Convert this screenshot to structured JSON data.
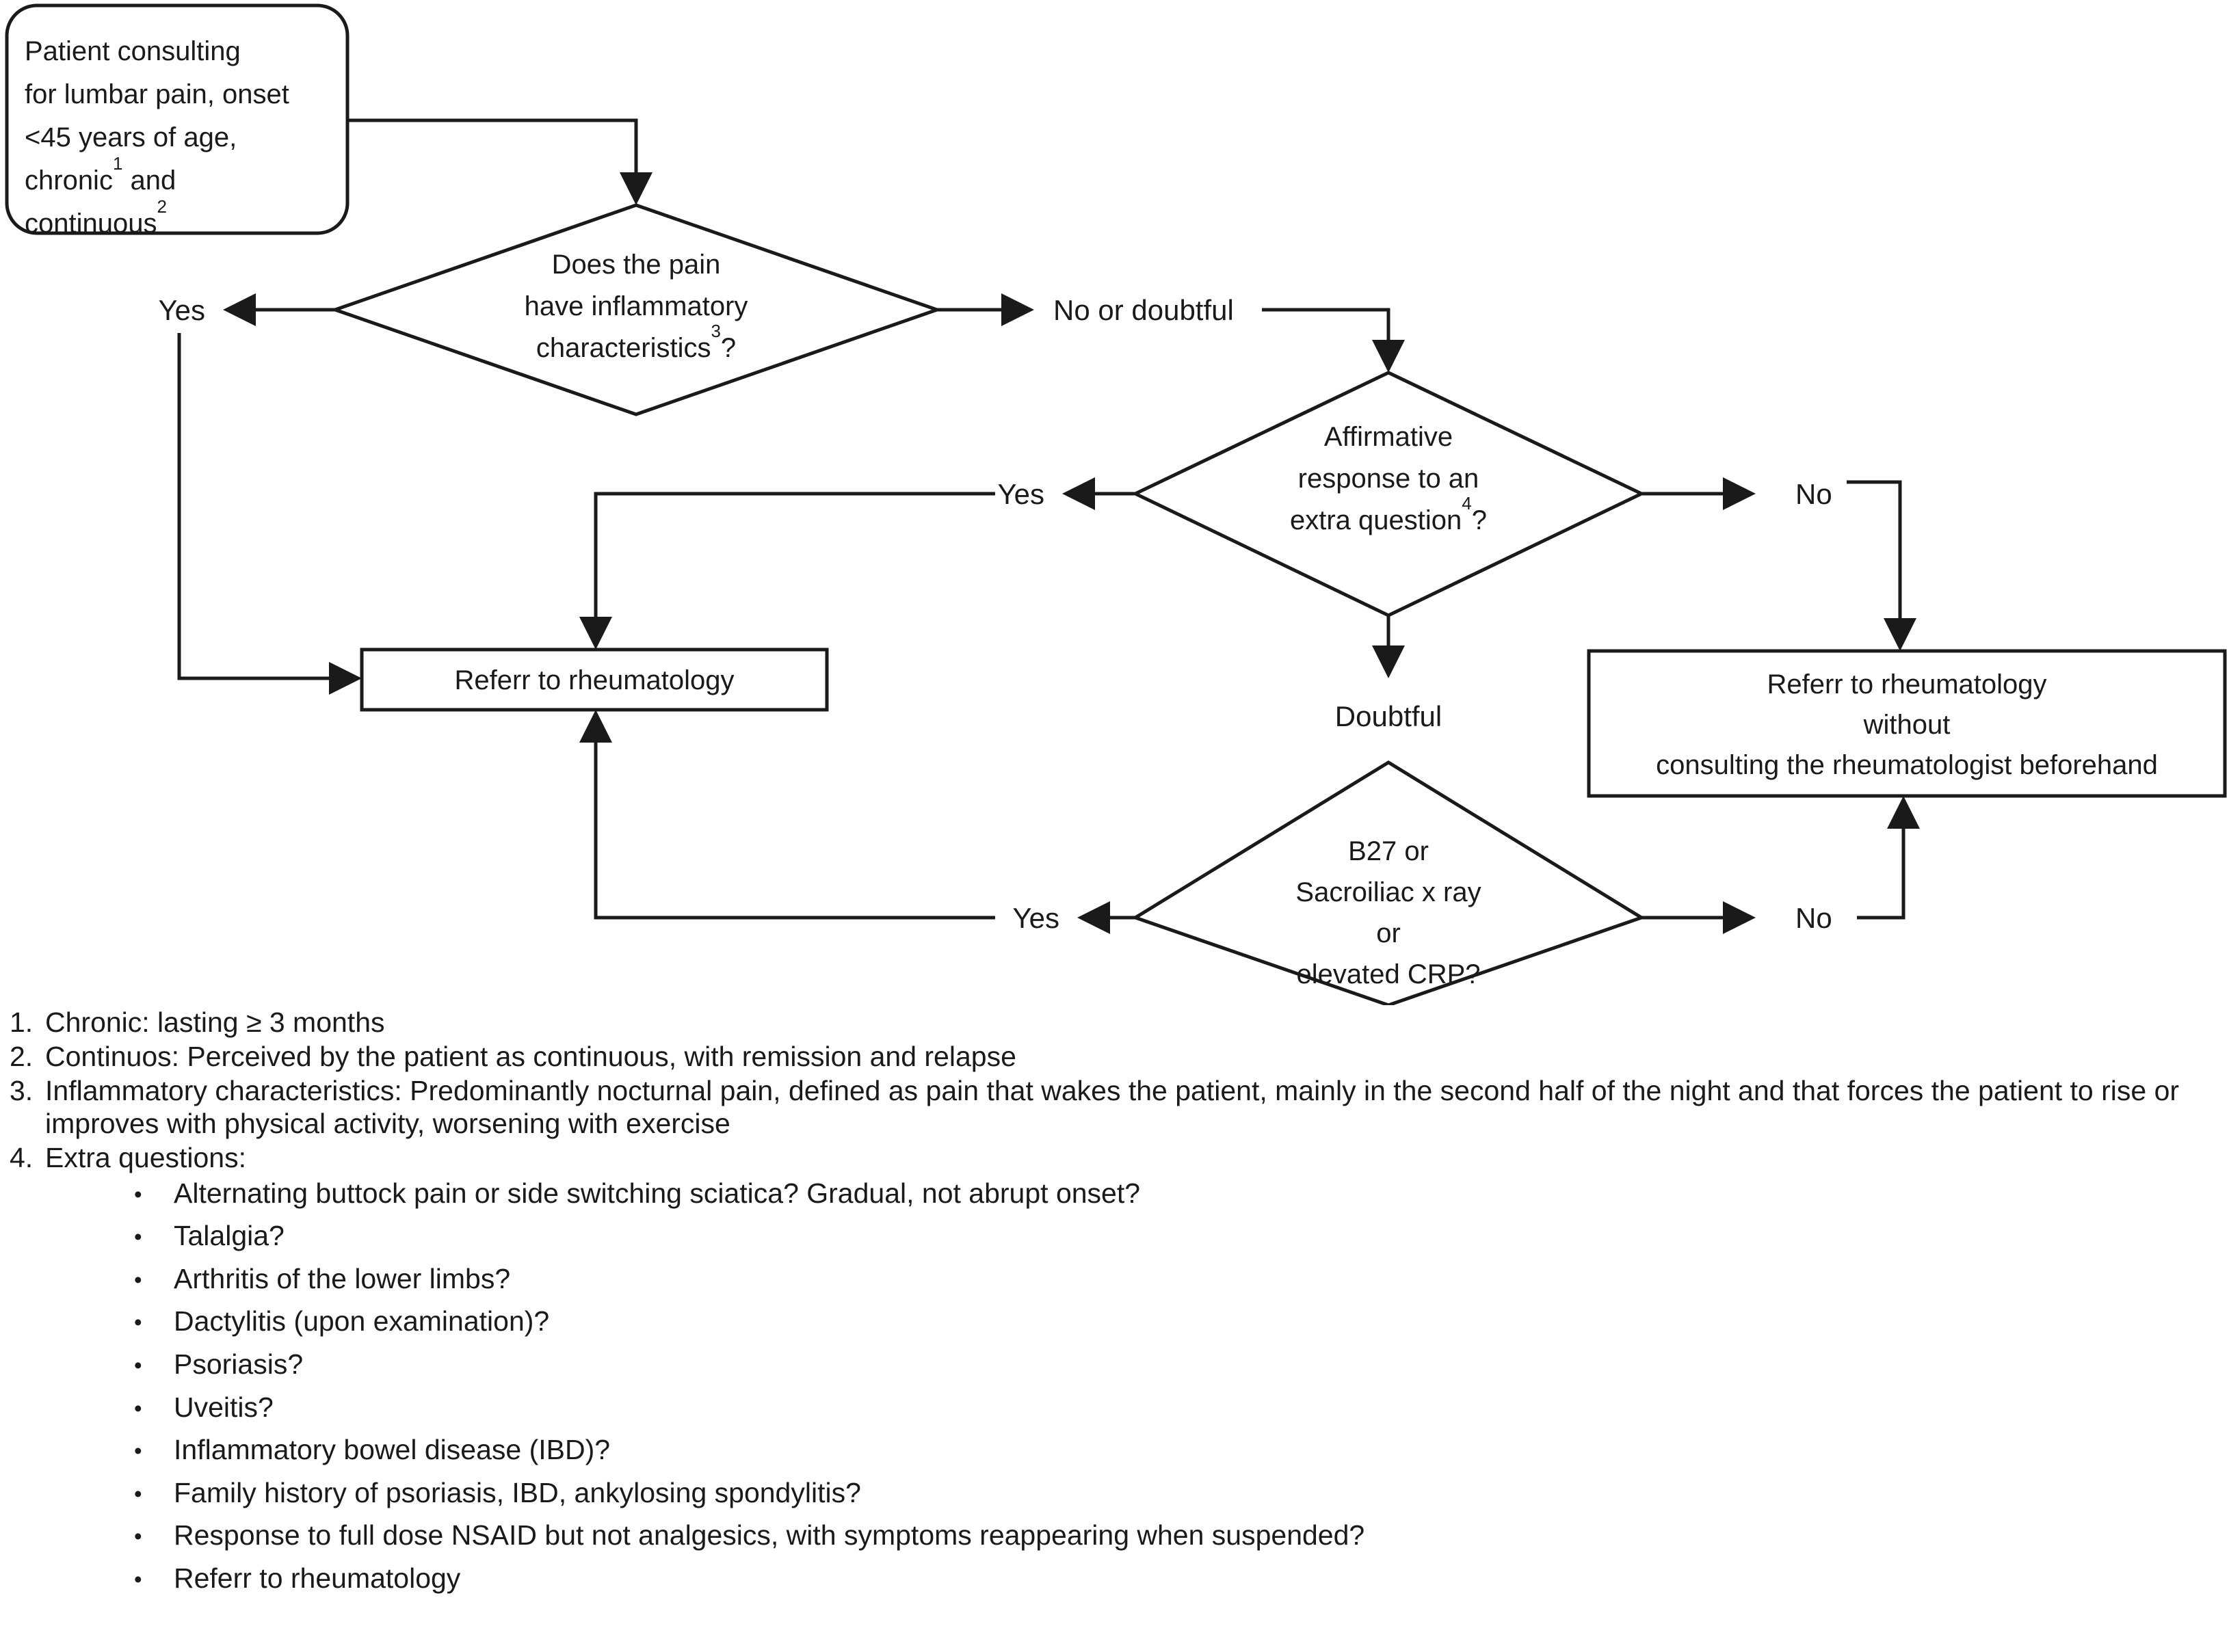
{
  "diagram": {
    "title": "Lumbar pain referral decision flowchart",
    "start_node": {
      "id": "start",
      "shape": "rounded-rectangle",
      "lines": [
        "Patient consulting",
        "for lumbar pain, onset",
        "<45 years of age,",
        "chronic¹ and",
        "continuous²"
      ]
    },
    "decisions": [
      {
        "id": "d1",
        "shape": "diamond",
        "lines": [
          "Does the pain",
          "have inflammatory",
          "characteristics³?"
        ],
        "yes_label": "Yes",
        "no_label": "No or doubtful"
      },
      {
        "id": "d2",
        "shape": "diamond",
        "lines": [
          "Affirmative",
          "response to an",
          "extra question⁴?"
        ],
        "yes_label": "Yes",
        "no_label": "No",
        "other_label": "Doubtful"
      },
      {
        "id": "d3",
        "shape": "diamond",
        "lines": [
          "B27 or",
          "Sacroiliac x ray",
          "or",
          "elevated CRP?"
        ],
        "yes_label": "Yes",
        "no_label": "No"
      }
    ],
    "outcomes": [
      {
        "id": "o1",
        "shape": "rectangle",
        "lines": [
          "Referr to rheumatology"
        ]
      },
      {
        "id": "o2",
        "shape": "rectangle",
        "lines": [
          "Referr to rheumatology",
          "without",
          "consulting the rheumatologist beforehand"
        ]
      }
    ],
    "colors": {
      "stroke": "#1a1a1a",
      "fill": "#ffffff",
      "text": "#1a1a1a"
    }
  },
  "footnotes": [
    {
      "number": "1.",
      "text": "Chronic: lasting ≥ 3 months"
    },
    {
      "number": "2.",
      "text": "Continuos: Perceived by the patient as continuous, with remission and relapse"
    },
    {
      "number": "3.",
      "text": "Inflammatory characteristics: Predominantly nocturnal pain, defined as pain that wakes the patient, mainly in the second half of the night and that forces the patient to rise or improves with physical activity, worsening with exercise"
    },
    {
      "number": "4.",
      "text": "Extra questions:"
    }
  ],
  "extra_questions": [
    "Alternating buttock pain or side switching sciatica? Gradual, not abrupt onset?",
    "Talalgia?",
    "Arthritis of the lower limbs?",
    "Dactylitis (upon examination)?",
    "Psoriasis?",
    "Uveitis?",
    "Inflammatory bowel disease (IBD)?",
    "Family history of psoriasis, IBD, ankylosing spondylitis?",
    "Response to full dose NSAID but not analgesics, with symptoms reappearing when suspended?",
    "Referr to rheumatology"
  ],
  "bullet_glyph": "•"
}
